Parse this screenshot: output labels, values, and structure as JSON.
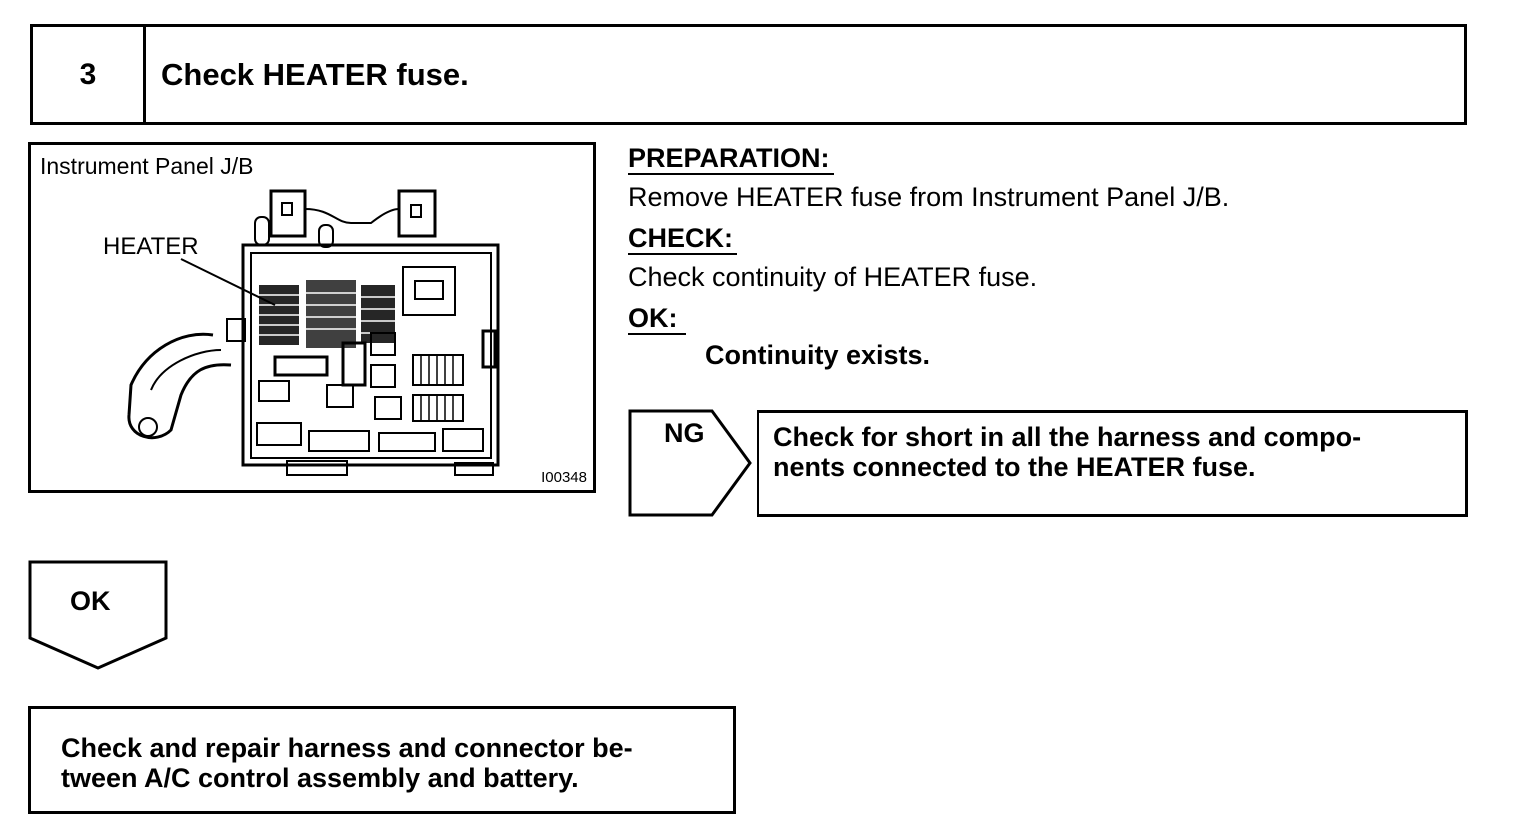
{
  "step": {
    "number": "3",
    "title": "Check HEATER fuse."
  },
  "figure": {
    "caption": "Instrument Panel J/B",
    "pointer_label": "HEATER",
    "code": "I00348"
  },
  "preparation": {
    "heading": "PREPARATION:",
    "text": "Remove HEATER fuse from Instrument Panel J/B."
  },
  "check": {
    "heading": "CHECK:",
    "text": "Check continuity of HEATER fuse."
  },
  "ok": {
    "heading": "OK:",
    "text": "Continuity exists."
  },
  "ng_branch": {
    "label": "NG",
    "result_line1": "Check for short in all the harness and compo-",
    "result_line2": "nents connected to the HEATER fuse."
  },
  "ok_branch": {
    "label": "OK",
    "result_line1": "Check and repair harness and connector be-",
    "result_line2": "tween A/C control assembly and battery."
  }
}
